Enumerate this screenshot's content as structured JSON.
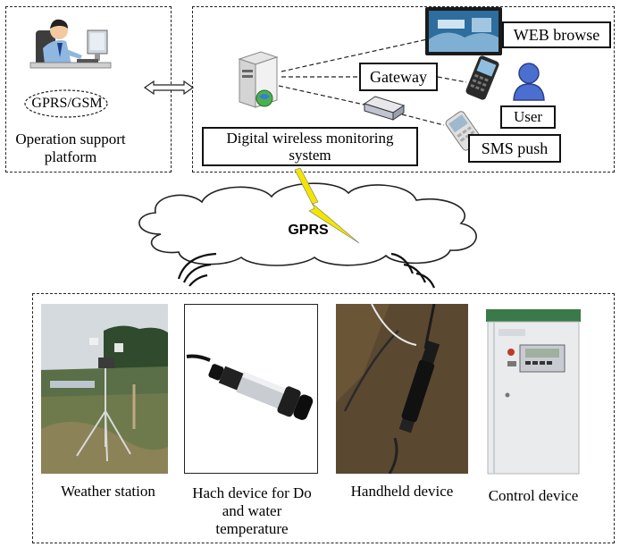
{
  "operation_platform": {
    "network_label": "GPRS/GSM",
    "title": "Operation support platform"
  },
  "monitoring_system": {
    "title": "Digital wireless monitoring system",
    "gateway": "Gateway",
    "web_browse": "WEB browse",
    "user": "User",
    "sms_push": "SMS push"
  },
  "network": {
    "label": "GPRS"
  },
  "devices": [
    {
      "label": "Weather station"
    },
    {
      "label": "Hach device for Do and water temperature"
    },
    {
      "label": "Handheld device"
    },
    {
      "label": "Control device"
    }
  ],
  "colors": {
    "lightning": "#f2e600",
    "control_lid": "#3a7a4a",
    "monitor_screen": "#2d6e9e"
  }
}
